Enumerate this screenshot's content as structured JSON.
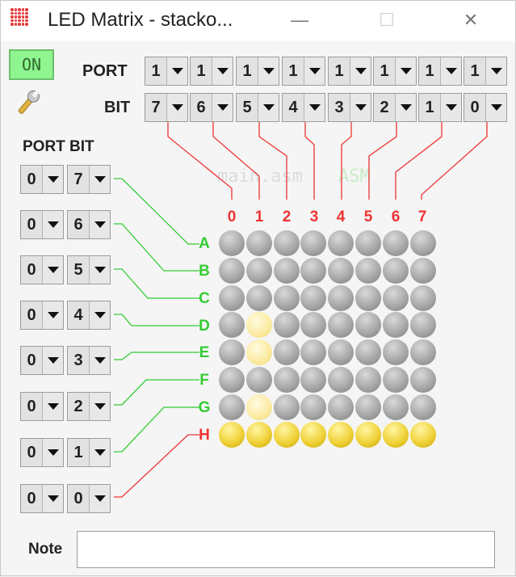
{
  "window": {
    "title": "LED Matrix - stacko...",
    "minimize_glyph": "—",
    "maximize_glyph": "☐",
    "close_glyph": "✕"
  },
  "background_ghost": {
    "filename": "main.asm",
    "type": "ASM"
  },
  "power_button": {
    "label": "ON",
    "color": "#8ff58f"
  },
  "settings_icon": "wrench-icon",
  "top_labels": {
    "port": "PORT",
    "bit": "BIT"
  },
  "column_port_values": [
    "1",
    "1",
    "1",
    "1",
    "1",
    "1",
    "1",
    "1"
  ],
  "column_bit_values": [
    "7",
    "6",
    "5",
    "4",
    "3",
    "2",
    "1",
    "0"
  ],
  "row_header": "PORT BIT",
  "rows": [
    {
      "port": "0",
      "bit": "7"
    },
    {
      "port": "0",
      "bit": "6"
    },
    {
      "port": "0",
      "bit": "5"
    },
    {
      "port": "0",
      "bit": "4"
    },
    {
      "port": "0",
      "bit": "3"
    },
    {
      "port": "0",
      "bit": "2"
    },
    {
      "port": "0",
      "bit": "1"
    },
    {
      "port": "0",
      "bit": "0"
    }
  ],
  "column_numbers": [
    "0",
    "1",
    "2",
    "3",
    "4",
    "5",
    "6",
    "7"
  ],
  "row_letters": [
    "A",
    "B",
    "C",
    "D",
    "E",
    "F",
    "G",
    "H"
  ],
  "matrix": [
    [
      0,
      0,
      0,
      0,
      0,
      0,
      0,
      0
    ],
    [
      0,
      0,
      0,
      0,
      0,
      0,
      0,
      0
    ],
    [
      0,
      0,
      0,
      0,
      0,
      0,
      0,
      0
    ],
    [
      0,
      2,
      0,
      0,
      0,
      0,
      0,
      0
    ],
    [
      0,
      2,
      0,
      0,
      0,
      0,
      0,
      0
    ],
    [
      0,
      0,
      0,
      0,
      0,
      0,
      0,
      0
    ],
    [
      0,
      2,
      0,
      0,
      0,
      0,
      0,
      0
    ],
    [
      1,
      1,
      1,
      1,
      1,
      1,
      1,
      1
    ]
  ],
  "colors": {
    "column_wire": "#ee3333",
    "row_wire_active": "#33cc33",
    "row_wire_last": "#ee3333",
    "led_on": "#f0d23a",
    "led_off": "#a8a8a8"
  },
  "note": {
    "label": "Note",
    "value": ""
  }
}
